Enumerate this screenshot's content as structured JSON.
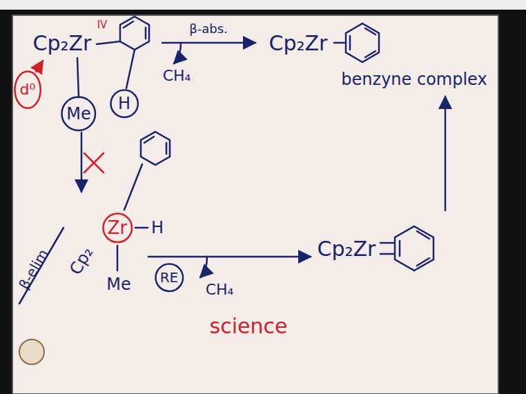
{
  "diagram": {
    "nodes": [
      {
        "text": [
          "Me"
        ]
      },
      {
        "text": [
          "H"
        ]
      },
      {
        "text": [
          "d⁰"
        ]
      },
      {
        "text": [
          "Zr"
        ]
      },
      {
        "text": [
          "RE"
        ]
      }
    ],
    "labels": [
      "Cp₂Zr",
      "IV",
      "β-abs.",
      "CH₄",
      "Cp₂Zr",
      "benzyne complex",
      "Cp₂",
      "H",
      "Me",
      "β-elim",
      "CH₄",
      "Cp₂Zr",
      "science"
    ]
  }
}
